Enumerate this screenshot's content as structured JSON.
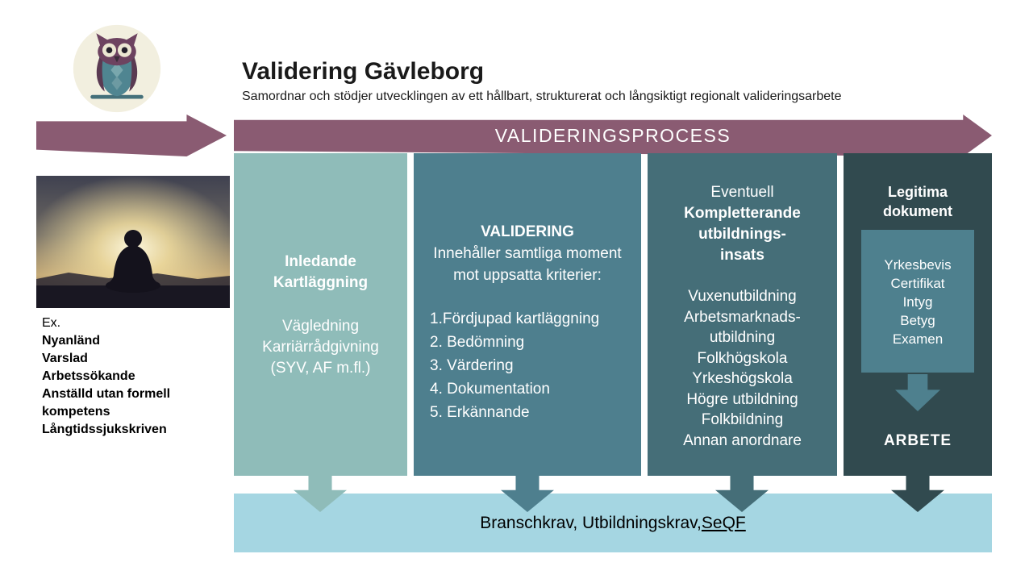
{
  "header": {
    "title": "Validering Gävleborg",
    "subtitle": "Samordnar och stödjer utvecklingen av ett hållbart, strukturerat och långsiktigt regionalt valideringsarbete"
  },
  "banner": {
    "label": "VALIDERINGSPROCESS"
  },
  "audience": {
    "label": "Ex.",
    "items": [
      "Nyanländ",
      "Varslad",
      "Arbetssökande",
      "Anställd utan formell kompetens",
      "Långtidssjukskriven"
    ]
  },
  "columns": [
    {
      "title_lines": [
        "Inledande",
        "Kartläggning"
      ],
      "body_lines": [
        "Vägledning",
        "Karriärrådgivning",
        "(SYV, AF m.fl.)"
      ]
    },
    {
      "title": "VALIDERING",
      "intro_lines": [
        "Innehåller samtliga moment",
        "mot uppsatta kriterier:"
      ],
      "steps": [
        "1.Fördjupad kartläggning",
        "2. Bedömning",
        "3. Värdering",
        "4. Dokumentation",
        "5. Erkännande"
      ]
    },
    {
      "pre_title": "Eventuell",
      "title_lines": [
        "Kompletterande",
        "utbildnings-",
        "insats"
      ],
      "body_lines": [
        "Vuxenutbildning",
        "Arbetsmarknads-",
        "utbildning",
        "Folkhögskola",
        "Yrkeshögskola",
        "Högre utbildning",
        "Folkbildning",
        "Annan anordnare"
      ]
    },
    {
      "title_lines": [
        "Legitima",
        "dokument"
      ],
      "documents": [
        "Yrkesbevis",
        "Certifikat",
        "Intyg",
        "Betyg",
        "Examen"
      ],
      "outcome": "ARBETE"
    }
  ],
  "bottom_bar": {
    "text_prefix": "Branschkrav, Utbildningskrav, ",
    "link_text": "SeQF"
  },
  "colors": {
    "purple": "#8a5b72",
    "col1": "#8fbcb9",
    "col2": "#4e7f8e",
    "col3": "#456e78",
    "col4": "#314a4f",
    "inner-box": "#4e808e",
    "bottom-bar": "#a5d6e2"
  }
}
